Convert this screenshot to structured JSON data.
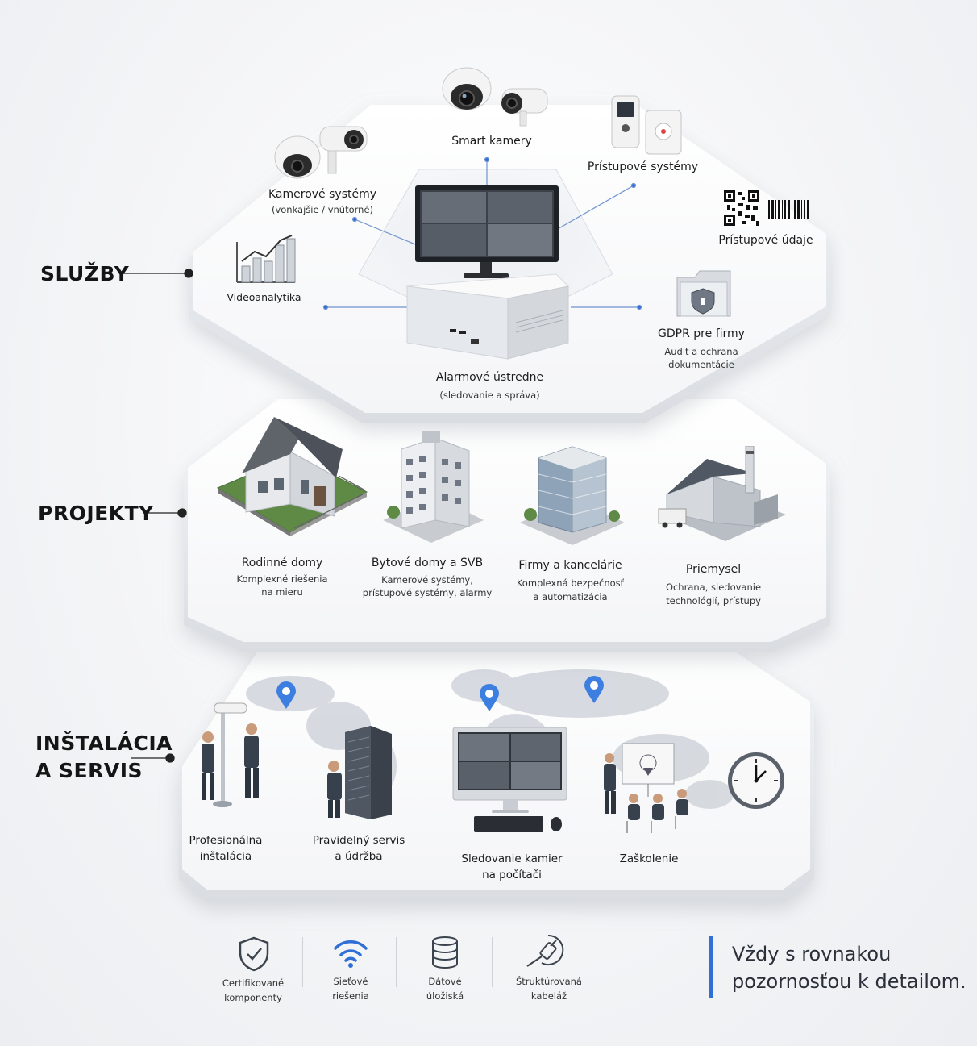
{
  "sections": {
    "services": {
      "title": "SLUŽBY",
      "items": {
        "smart_cameras": {
          "label": "Smart kamery"
        },
        "camera_systems": {
          "label": "Kamerové systémy",
          "sub": "(vonkajšie / vnútorné)"
        },
        "access_systems": {
          "label": "Prístupové systémy"
        },
        "access_data": {
          "label": "Prístupové údaje"
        },
        "video_analytics": {
          "label": "Videoanalytika"
        },
        "gdpr": {
          "label": "GDPR pre firmy",
          "sub1": "Audit a ochrana",
          "sub2": "dokumentácie"
        },
        "alarm": {
          "label": "Alarmové ústredne",
          "sub": "(sledovanie a správa)"
        }
      }
    },
    "projects": {
      "title": "PROJEKTY",
      "items": {
        "family": {
          "label": "Rodinné domy",
          "sub1": "Komplexné riešenia",
          "sub2": "na mieru"
        },
        "apartments": {
          "label": "Bytové domy a SVB",
          "sub1": "Kamerové systémy,",
          "sub2": "prístupové systémy, alarmy"
        },
        "offices": {
          "label": "Firmy a kancelárie",
          "sub1": "Komplexná bezpečnosť",
          "sub2": "a automatizácia"
        },
        "industry": {
          "label": "Priemysel",
          "sub1": "Ochrana, sledovanie",
          "sub2": "technológií, prístupy"
        }
      }
    },
    "install": {
      "title_line1": "INŠTALÁCIA",
      "title_line2": "A SERVIS",
      "items": {
        "pro": {
          "line1": "Profesionálna",
          "line2": "inštalácia"
        },
        "service": {
          "line1": "Pravidelný servis",
          "line2": "a údržba"
        },
        "monitor": {
          "line1": "Sledovanie kamier",
          "line2": "na počítači"
        },
        "training": {
          "line1": "Zaškolenie"
        }
      }
    }
  },
  "footer": {
    "features": [
      {
        "icon": "shield-check-icon",
        "line1": "Certifikované",
        "line2": "komponenty"
      },
      {
        "icon": "wifi-icon",
        "line1": "Sieťové",
        "line2": "riešenia"
      },
      {
        "icon": "database-icon",
        "line1": "Dátové",
        "line2": "úložiská"
      },
      {
        "icon": "cable-icon",
        "line1": "Štruktúrovaná",
        "line2": "kabeláž"
      }
    ],
    "slogan_line1": "Vždy  s rovnakou",
    "slogan_line2": "pozornosťou k detailom."
  },
  "colors": {
    "accent_blue": "#2f6fd6",
    "pin_blue": "#3d7fe0",
    "panel_white": "#ffffff",
    "dark_text": "#151515"
  }
}
